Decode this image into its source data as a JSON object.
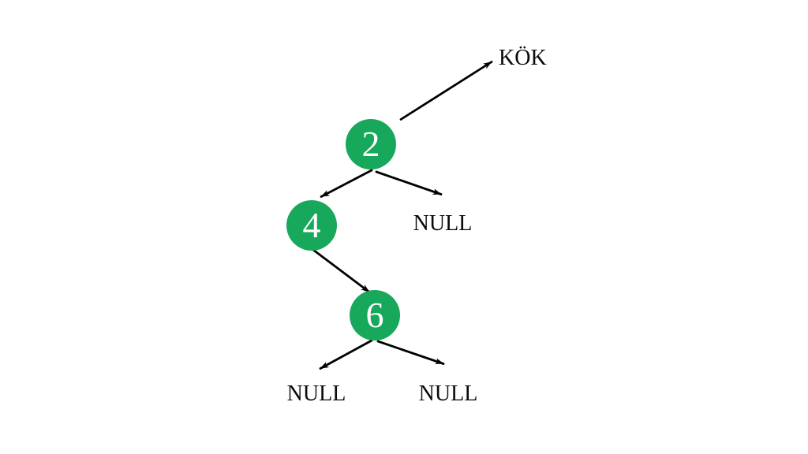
{
  "diagram": {
    "type": "binary-search-tree",
    "root_pointer_label": "KÖK",
    "nodes": [
      {
        "id": "node-2",
        "value": "2"
      },
      {
        "id": "node-4",
        "value": "4"
      },
      {
        "id": "node-6",
        "value": "6"
      }
    ],
    "null_labels": [
      {
        "id": "null-right-of-2",
        "text": "NULL"
      },
      {
        "id": "null-left-of-6",
        "text": "NULL"
      },
      {
        "id": "null-right-of-6",
        "text": "NULL"
      }
    ],
    "edges": [
      {
        "from": "node-2",
        "to": "root-pointer-label",
        "relation": "root-pointer"
      },
      {
        "from": "node-2",
        "to": "node-4",
        "relation": "left-child"
      },
      {
        "from": "node-2",
        "to": "null-right-of-2",
        "relation": "right-child"
      },
      {
        "from": "node-4",
        "to": "node-6",
        "relation": "right-child"
      },
      {
        "from": "node-6",
        "to": "null-left-of-6",
        "relation": "left-child"
      },
      {
        "from": "node-6",
        "to": "null-right-of-6",
        "relation": "right-child"
      }
    ]
  },
  "colors": {
    "background": "#ffffff",
    "node_fill": "#18a85c",
    "node_text": "#ffffff",
    "edge": "#000000",
    "label_text": "#0a0a0a"
  }
}
